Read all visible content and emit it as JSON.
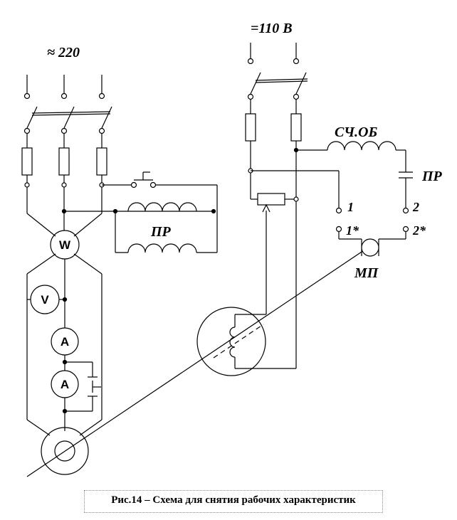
{
  "labels": {
    "ac_supply": "≈ 220",
    "dc_supply": "=110 В",
    "series_field": "СЧ.ОБ",
    "relay_right": "ПР",
    "relay_coil": "ПР",
    "terminal_1": "1",
    "terminal_2": "2",
    "terminal_1s": "1*",
    "terminal_2s": "2*",
    "mp": "МП",
    "wattmeter": "W",
    "voltmeter": "V",
    "ammeter_1": "A",
    "ammeter_2": "A"
  },
  "caption": "Рис.14 – Схема для снятия рабочих характеристик"
}
